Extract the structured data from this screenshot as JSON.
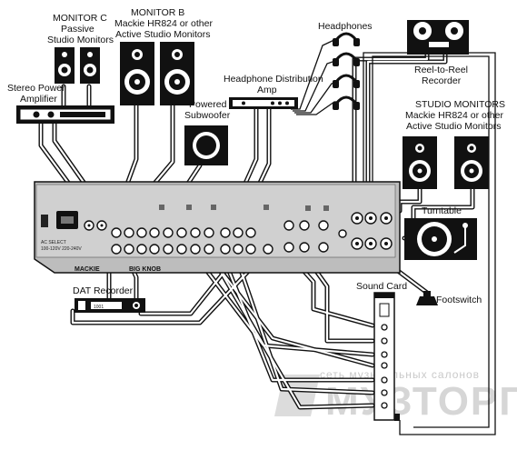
{
  "labels": {
    "monitor_c_1": "MONITOR C",
    "monitor_c_2": "Passive",
    "monitor_c_3": "Studio Monitors",
    "monitor_b_1": "MONITOR B",
    "monitor_b_2": "Mackie HR824 or other",
    "monitor_b_3": "Active Studio Monitors",
    "headphones": "Headphones",
    "reel_1": "Reel-to-Reel",
    "reel_2": "Recorder",
    "amp_1": "Stereo Power",
    "amp_2": "Amplifier",
    "hp_dist_1": "Headphone Distribution",
    "hp_dist_2": "Amp",
    "sub_1": "Powered",
    "sub_2": "Subwoofer",
    "studio_1": "STUDIO MONITORS",
    "studio_2": "Mackie HR824 or other",
    "studio_3": "Active Studio Monitors",
    "turntable": "Turntable",
    "dat": "DAT Recorder",
    "dat_display": "1001",
    "soundcard": "Sound Card",
    "footswitch": "Footswitch"
  },
  "mixer": {
    "brand": "MACKIE",
    "model": "BIG KNOB"
  },
  "watermark": {
    "line1": "сеть музыкальных салонов",
    "line2": "МУЗТОРГ"
  }
}
